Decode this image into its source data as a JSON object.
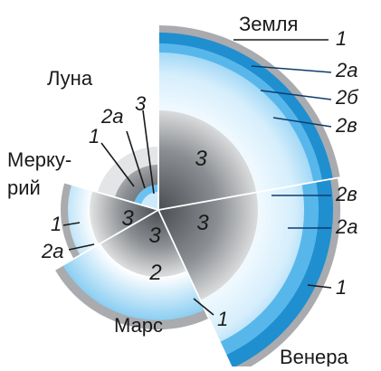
{
  "planets": {
    "earth": "Земля",
    "moon": "Луна",
    "mercury_line1": "Мерку-",
    "mercury_line2": "рий",
    "mars": "Марс",
    "venus": "Венера"
  },
  "earth_layers": {
    "l1": "1",
    "l2a": "2а",
    "l2b": "2б",
    "l2v": "2в"
  },
  "venus_layers": {
    "l2v": "2в",
    "l2a": "2а",
    "l1": "1"
  },
  "moon_layers": {
    "l1": "1",
    "l2a": "2а",
    "l3": "3"
  },
  "mercury_layers": {
    "l1": "1",
    "l2a": "2а"
  },
  "mars_layers": {
    "l1": "1"
  },
  "core_labels": {
    "earth": "3",
    "venus": "3",
    "mars_core": "3",
    "mercury": "3",
    "mars_mantle": "2"
  },
  "colors": {
    "crust": "#a9abae",
    "blue_dark": "#1f8fd0",
    "blue_mid": "#58b7ea",
    "blue_light": "#cdeafb",
    "core_dark": "#5c5f63",
    "core_light": "#e4e5e6"
  }
}
